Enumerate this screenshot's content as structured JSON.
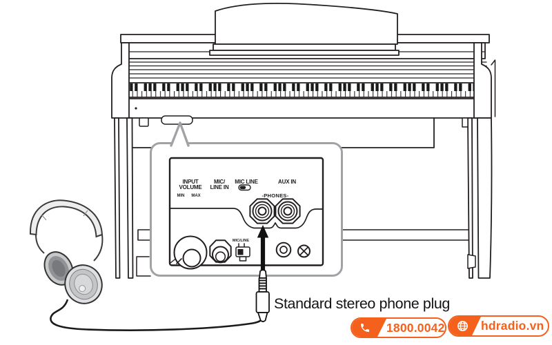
{
  "panel": {
    "input_line1": "INPUT",
    "input_line2": "VOLUME",
    "min": "MIN",
    "max": "MAX",
    "mic_line_in_1": "MIC/",
    "mic_line_in_2": "LINE IN",
    "mic_line": "MIC LINE",
    "aux_in": "AUX IN",
    "phones": "-PHONES-",
    "mic_line_switch": "MIC/LINE"
  },
  "caption": "Standard stereo phone plug",
  "footer": {
    "hotline": "1800.0042",
    "website": "hdradio.vn",
    "icons": [
      "phone-icon",
      "globe-icon"
    ]
  },
  "colors": {
    "accent": "#F4611C"
  }
}
